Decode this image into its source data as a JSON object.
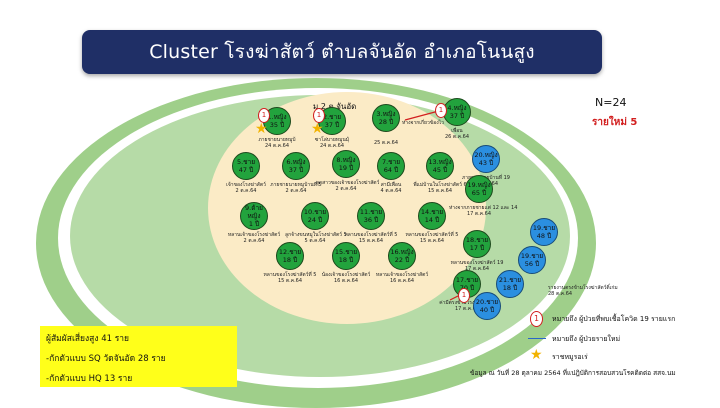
{
  "slide": {
    "title": "Cluster โรงฆ่าสัตว์ ตำบลจันอัด อำเภอโนนสูง",
    "village_label": "ม.2 ต.จันอัด",
    "n_label": "N=24",
    "new_cases_label": "รายใหม่ 5"
  },
  "cases": [
    {
      "name": "1.หญิง",
      "age": "35 ปี",
      "caption": "ภายชายนายหมูบ้\n24 ต.ค.64",
      "status": "old"
    },
    {
      "name": "2.ชาย",
      "age": "37 ปี",
      "caption": "ซาโล่บายหมูนมุ้\n24 ต.ค.64",
      "status": "old"
    },
    {
      "name": "3.หญิง",
      "age": "28 ปี",
      "caption": "\n25 ต.ค.64",
      "status": "old"
    },
    {
      "name": "4.หญิง",
      "age": "37 ปี",
      "caption": "เพื่อน\n26 ต.ค.64",
      "status": "old"
    },
    {
      "name": "5.ชาย",
      "age": "47 ปี",
      "caption": "เจ้าของโรงฆ่าสัตว์\n2 ต.ค.64",
      "status": "old"
    },
    {
      "name": "6.หญิง",
      "age": "37 ปี",
      "caption": "ภายชายนายหมูบ้านที่ 5\n2 ต.ค.64",
      "status": "old"
    },
    {
      "name": "8.หญิง",
      "age": "19 ปี",
      "caption": "ลูกสาวของเจ้าของโรงฆ่าสัตว์\n2 ต.ค.64",
      "status": "old"
    },
    {
      "name": "7.ชาย",
      "age": "64 ปี",
      "caption": "สามีเพื่อน\n4 ต.ค.64",
      "status": "old"
    },
    {
      "name": "13.หญิง",
      "age": "45 ปี",
      "caption": "พี่แม่บ้านในโรงฆ่าสัตว์ 6\n15 ต.ค.64",
      "status": "old"
    },
    {
      "name": "9.ต้ายหญิง",
      "age": "1 ปี",
      "caption": "หลานเจ้าของโรงฆ่าสัตว์\n2 ต.ค.64",
      "status": "old"
    },
    {
      "name": "10.ชาย",
      "age": "24 ปี",
      "caption": "ลูกจ้างขนหมูในโรงฆ่าสัตว์ 5\n5 ต.ค.64",
      "status": "old"
    },
    {
      "name": "11.ชาย",
      "age": "36 ปี",
      "caption": "หลานของโรงฆ่าสัตว์ที่ 5\n15 ต.ค.64",
      "status": "old"
    },
    {
      "name": "14.ชาย",
      "age": "14 ปี",
      "caption": "หลานของโรงฆ่าสัตว์ที่ 5\n15 ต.ค.64",
      "status": "old"
    },
    {
      "name": "12.ชาย",
      "age": "18 ปี",
      "caption": "หลานของโรงฆ่าสัตว์ที่ 5\n15 ต.ค.64",
      "status": "old"
    },
    {
      "name": "15.ชาย",
      "age": "18 ปี",
      "caption": "น้องเจ้าของโรงฆ่าสัตว์\n16 ต.ค.64",
      "status": "old"
    },
    {
      "name": "16.หญิง",
      "age": "22 ปี",
      "caption": "หลานเจ้าของโรงฆ่าสัตว์\n16 ต.ค.64",
      "status": "old"
    },
    {
      "name": "17.ชาย",
      "age": "70 ปี",
      "caption": "ค่ามีตรงข้ามโรงฆ่าสัตว์ 5\n17 ต.ค.64",
      "status": "old"
    },
    {
      "name": "20.หญิง",
      "age": "43 ปี",
      "caption": "ภายชายนายบ้านที่ 19\n19 ต.ค.64",
      "status": "new"
    },
    {
      "name": "19.หญิง",
      "age": "65 ปี",
      "caption": "ห่างจากภายชายแต่ 12 และ 14\n17 ต.ค.64",
      "status": "old"
    },
    {
      "name": "18.ชาย",
      "age": "17 ปี",
      "caption": "หลานของโรงฆ่าสัตว์ 19\n17 ต.ค.64",
      "status": "old"
    },
    {
      "name": "19.ชาย",
      "age": "48 ปี",
      "caption": "",
      "status": "new"
    },
    {
      "name": "19.ชาย",
      "age": "56 ปี",
      "caption": "",
      "status": "new"
    },
    {
      "name": "21.ชาย",
      "age": "18 ปี",
      "caption": "",
      "status": "new"
    },
    {
      "name": "20.ชาย",
      "age": "40 ปี",
      "caption": "",
      "status": "new"
    }
  ],
  "badge_label": "1",
  "link_caption": "ห่างจากเกี่ยวข้องไว",
  "outer_caption": "รายงานตรงข้ามโรงฆ่าสัตว์ติ์เก่ม\n28 ต.ค.64",
  "info_box": {
    "line1": "ผู้สัมผัสเสี่ยงสูง 41 ราย",
    "line2": "-กักตัวแบบ SQ วัดจันอัด 28 ราย",
    "line3": "-กักตัวแบบ HQ 13 ราย"
  },
  "legend": {
    "first_case": "หมายถึง ผู้ป่วยที่พบเชื้อโควิด 19 รายแรก",
    "new_case": "หมายถึง ผู้ป่วยรายใหม่",
    "village_head": "ราชหมูรอเร่"
  },
  "source_note": "ข้อมูล ณ วันที่ 28 ตุลาคม 2564 ที่แปฎิบัติการสอบสวนโรคติดต่อ สสจ.นม",
  "colors": {
    "banner": "#1f2f66",
    "outer_ring": "#9fcf8a",
    "inner_ring": "#b6dba7",
    "center_oval": "#fbebc6",
    "old_case": "#22a33d",
    "new_case": "#2b8fe0",
    "highlight_box": "#ffff1a",
    "accent_red": "#d21f1f"
  }
}
